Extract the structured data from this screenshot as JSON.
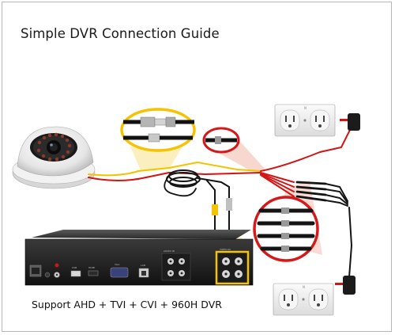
{
  "title": "Simple DVR Connection Guide",
  "caption": "Support AHD + TVI + CVI + 960H DVR",
  "outlet_label": "N",
  "colors": {
    "video_cable": "#f2c400",
    "power_cable": "#d41414",
    "highlight_video": "#f5c300",
    "highlight_power": "#d61818",
    "black_cable": "#141414"
  },
  "dvr_ports": [
    "USB",
    "HDMI",
    "VGA",
    "LAN",
    "AUDIO IN",
    "VIDEO IN"
  ]
}
